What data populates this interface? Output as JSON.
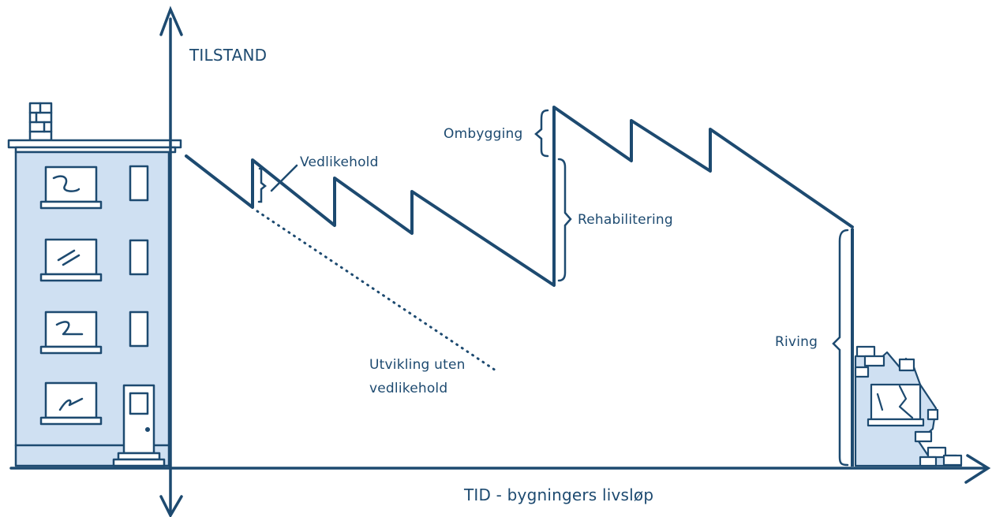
{
  "y_axis_label": "TILSTAND",
  "x_axis_label": "TID - bygningers livsløp",
  "annotations": {
    "vedlikehold": "Vedlikehold",
    "ombygging": "Ombygging",
    "rehabilitering": "Rehabilitering",
    "riving": "Riving",
    "no_maintenance_line1": "Utvikling uten",
    "no_maintenance_line2": "vedlikehold"
  },
  "colors": {
    "ink": "#1d4a70",
    "building_fill": "#cfe0f2",
    "ruin_fill": "#cfe0f2",
    "background": "#ffffff"
  }
}
